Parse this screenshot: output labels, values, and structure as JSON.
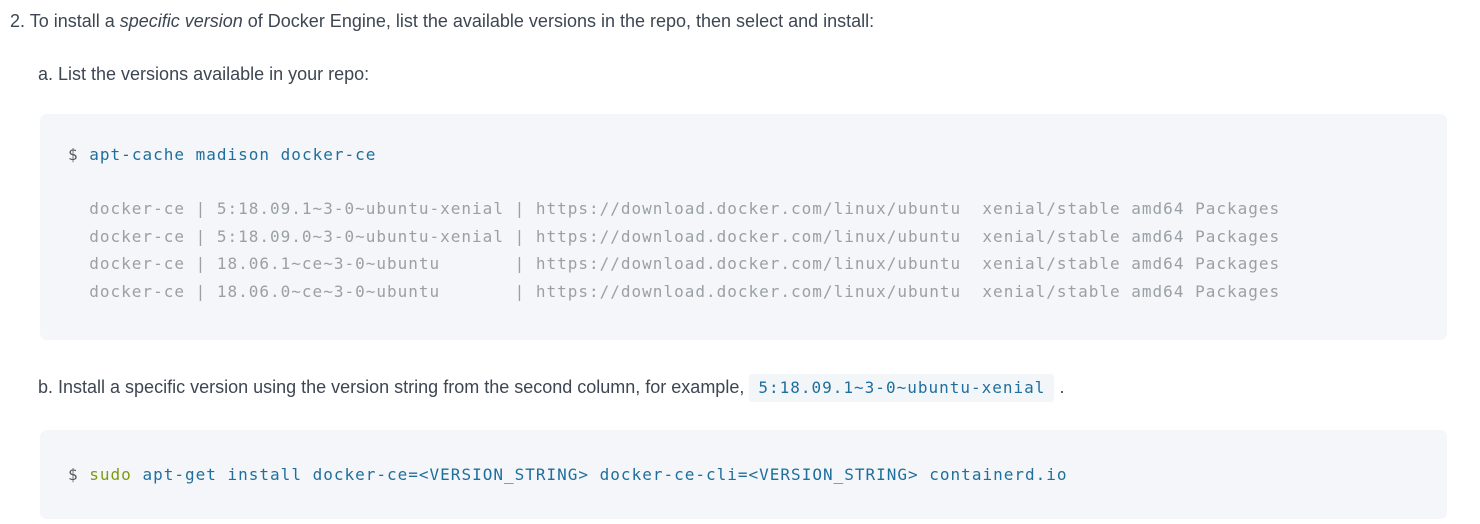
{
  "colors": {
    "body_text": "#3d4652",
    "code_command_blue": "#1e6f9d",
    "code_keyword_green": "#7d9b10",
    "code_output_gray": "#9aa0a6",
    "prompt_gray": "#555c63",
    "code_block_background": "#f4f6f9",
    "page_background": "#ffffff"
  },
  "step2": {
    "text_before_italic": "2. To install a ",
    "italic_text": "specific version",
    "text_after_italic": " of Docker Engine, list the available versions in the repo, then select and install:",
    "substep_a": {
      "label": "a. List the versions available in your repo:",
      "code_block": {
        "prompt": "$",
        "command": "apt-cache madison docker-ce",
        "output_lines": [
          "  docker-ce | 5:18.09.1~3-0~ubuntu-xenial | https://download.docker.com/linux/ubuntu  xenial/stable amd64 Packages",
          "  docker-ce | 5:18.09.0~3-0~ubuntu-xenial | https://download.docker.com/linux/ubuntu  xenial/stable amd64 Packages",
          "  docker-ce | 18.06.1~ce~3-0~ubuntu       | https://download.docker.com/linux/ubuntu  xenial/stable amd64 Packages",
          "  docker-ce | 18.06.0~ce~3-0~ubuntu       | https://download.docker.com/linux/ubuntu  xenial/stable amd64 Packages"
        ]
      }
    },
    "substep_b": {
      "text_before_code": "b. Install a specific version using the version string from the second column, for example, ",
      "inline_code": "5:18.09.1~3-0~ubuntu-xenial",
      "text_after_code": " .",
      "code_block": {
        "prompt": "$",
        "keyword": "sudo",
        "command": "apt-get install docker-ce=<VERSION_STRING> docker-ce-cli=<VERSION_STRING> containerd.io"
      }
    }
  }
}
